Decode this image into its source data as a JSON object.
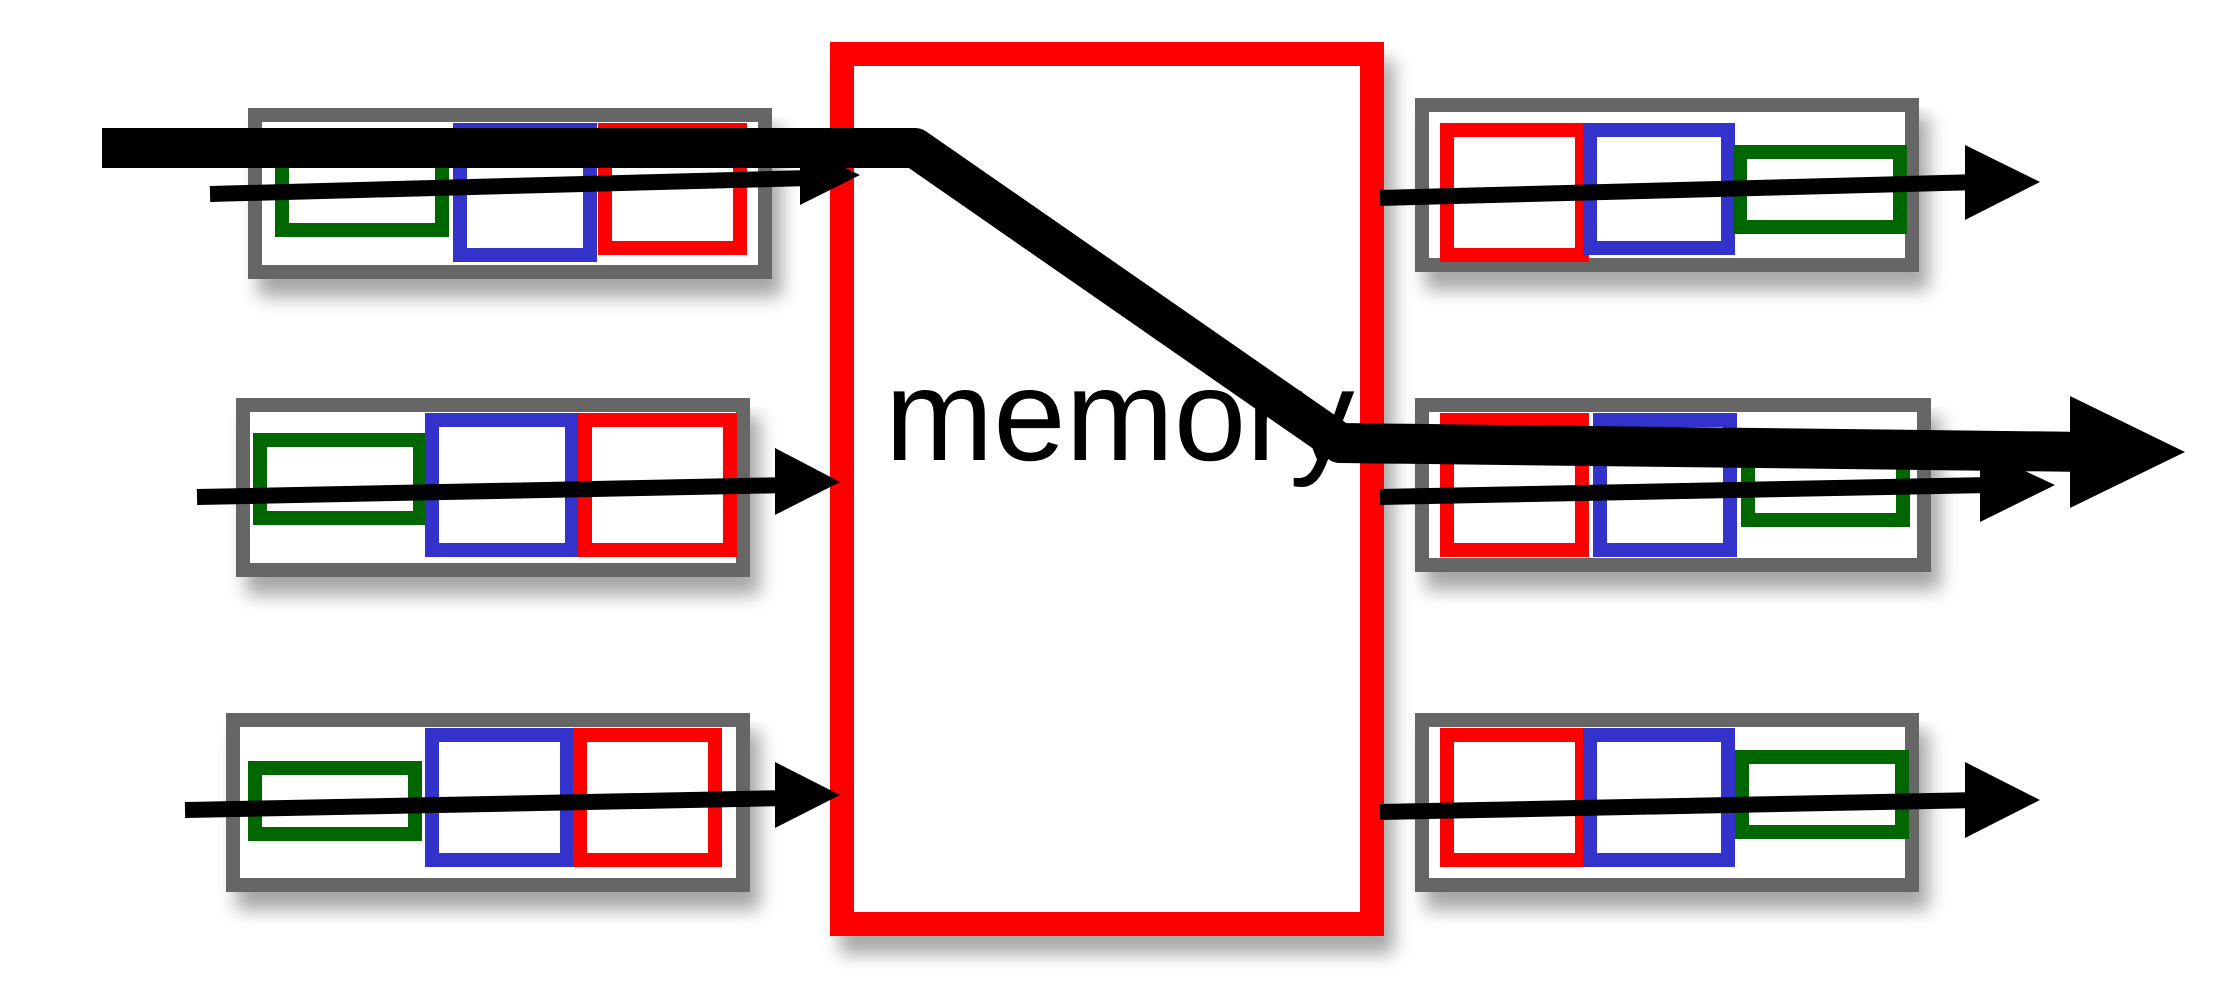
{
  "memory": {
    "label": "memory",
    "border_color": "#ff0000"
  },
  "colors": {
    "queue_border": "#666666",
    "green": "#006600",
    "blue": "#3333cc",
    "red": "#ff0000",
    "arrow": "#000000"
  },
  "input_queues": [
    {
      "cells": [
        "green",
        "blue",
        "red"
      ]
    },
    {
      "cells": [
        "green",
        "blue",
        "red"
      ]
    },
    {
      "cells": [
        "green",
        "blue",
        "red"
      ]
    }
  ],
  "output_queues": [
    {
      "cells": [
        "red",
        "blue",
        "green"
      ]
    },
    {
      "cells": [
        "red",
        "blue",
        "green"
      ]
    },
    {
      "cells": [
        "red",
        "blue",
        "green"
      ]
    }
  ]
}
